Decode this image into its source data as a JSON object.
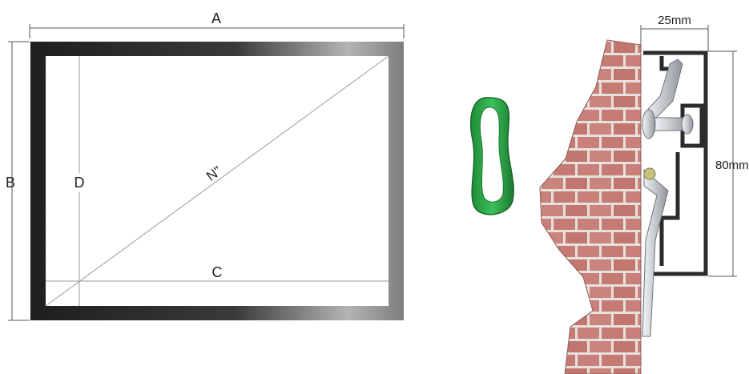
{
  "frame_diagram": {
    "label_a": "A",
    "label_b": "B",
    "label_c": "C",
    "label_d": "D",
    "label_diagonal": "N\""
  },
  "profile_diagram": {
    "width_label": "25mm",
    "height_label": "80mm"
  },
  "colors": {
    "frame_dark": "#2a2a2a",
    "frame_light": "#9a9a9a",
    "rubber_band": "#2ea84a",
    "brick": "#c9807a",
    "mortar": "#e6e1dc",
    "profile_metal": "#c8cdd2"
  }
}
